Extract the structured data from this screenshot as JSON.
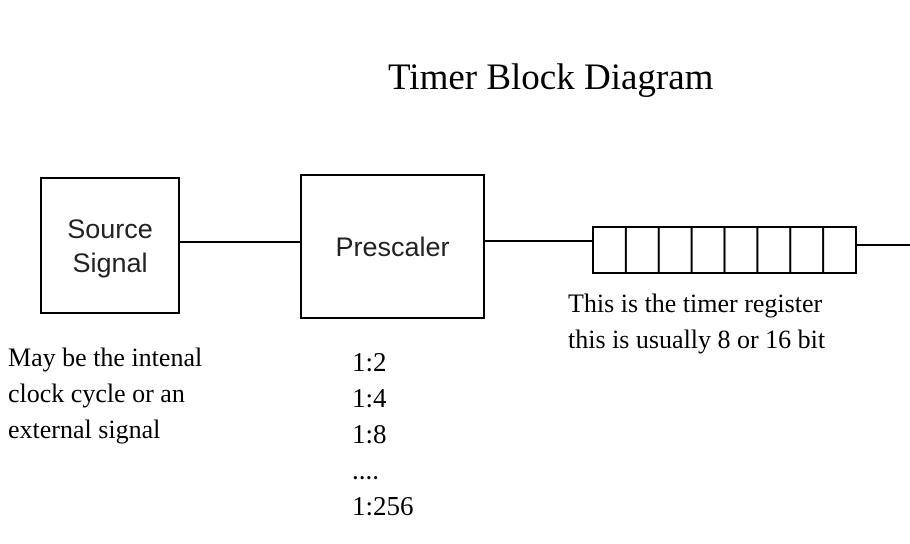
{
  "diagram": {
    "title": "Timer Block Diagram",
    "source_block": {
      "line1": "Source",
      "line2": "Signal"
    },
    "prescaler_block": {
      "label": "Prescaler"
    },
    "source_note": {
      "line1": "May be the intenal",
      "line2": "clock cycle or an",
      "line3": "external signal"
    },
    "prescaler_ratios": [
      "1:2",
      "1:4",
      "1:8",
      "....",
      "1:256"
    ],
    "register_note": {
      "line1": "This is the timer register",
      "line2": "this is usually 8 or 16 bit"
    },
    "register_cell_count": 8
  }
}
